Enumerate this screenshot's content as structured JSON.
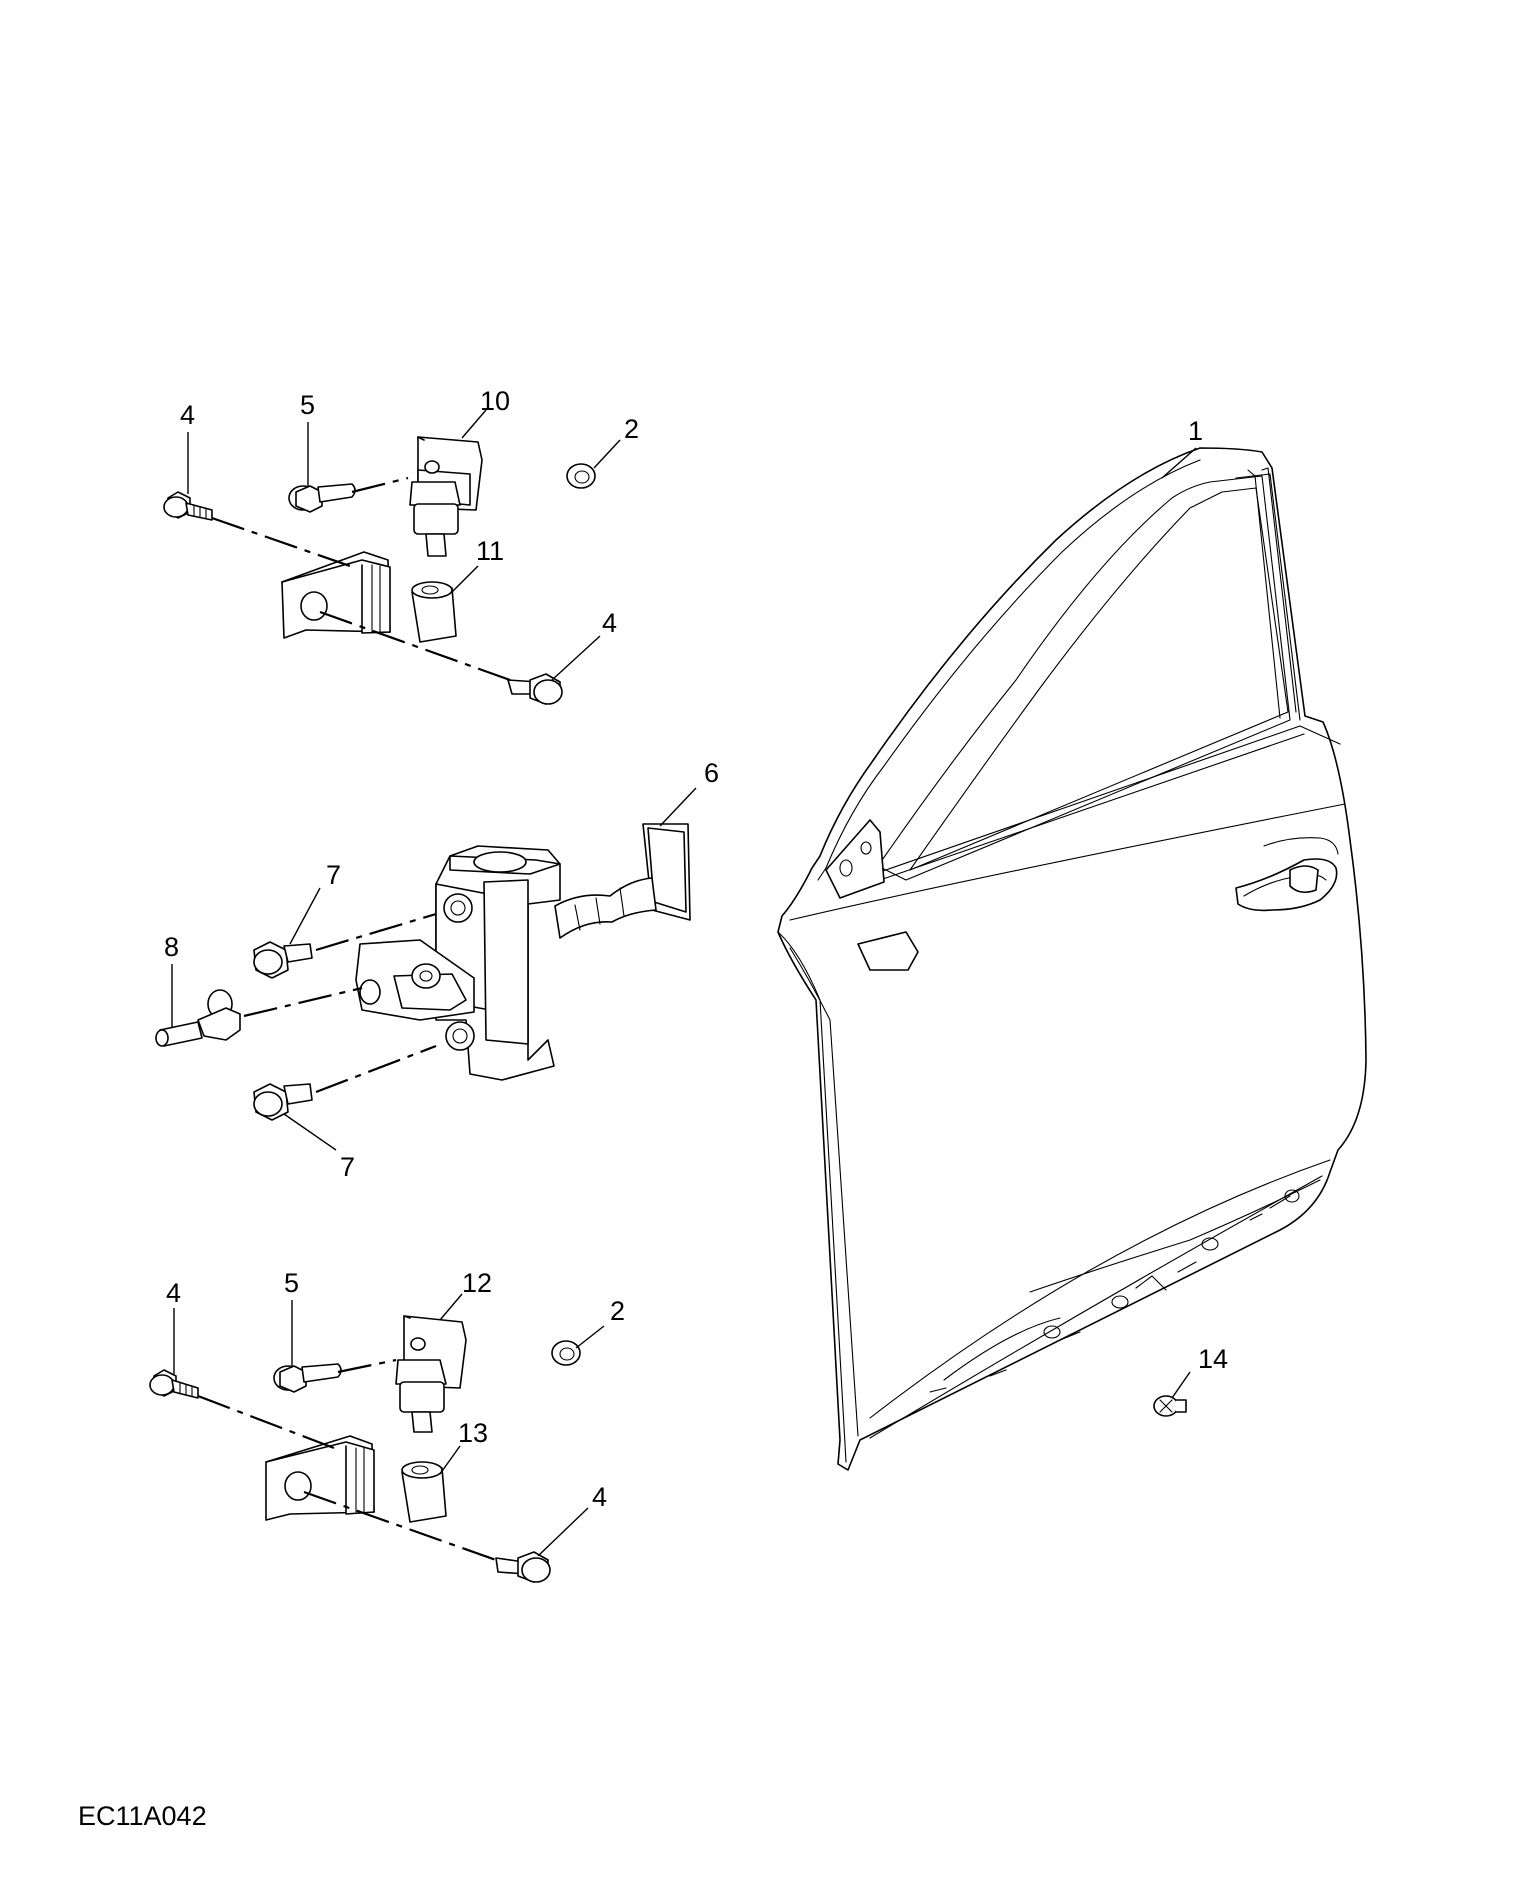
{
  "diagram_code": "EC11A042",
  "callouts": [
    {
      "id": "c-4-a",
      "text": "4"
    },
    {
      "id": "c-5-a",
      "text": "5"
    },
    {
      "id": "c-10",
      "text": "10"
    },
    {
      "id": "c-2-a",
      "text": "2"
    },
    {
      "id": "c-11",
      "text": "11"
    },
    {
      "id": "c-4-b",
      "text": "4"
    },
    {
      "id": "c-1",
      "text": "1"
    },
    {
      "id": "c-6",
      "text": "6"
    },
    {
      "id": "c-7-a",
      "text": "7"
    },
    {
      "id": "c-8",
      "text": "8"
    },
    {
      "id": "c-7-b",
      "text": "7"
    },
    {
      "id": "c-4-c",
      "text": "4"
    },
    {
      "id": "c-5-b",
      "text": "5"
    },
    {
      "id": "c-12",
      "text": "12"
    },
    {
      "id": "c-2-b",
      "text": "2"
    },
    {
      "id": "c-14",
      "text": "14"
    },
    {
      "id": "c-13",
      "text": "13"
    },
    {
      "id": "c-4-d",
      "text": "4"
    }
  ]
}
